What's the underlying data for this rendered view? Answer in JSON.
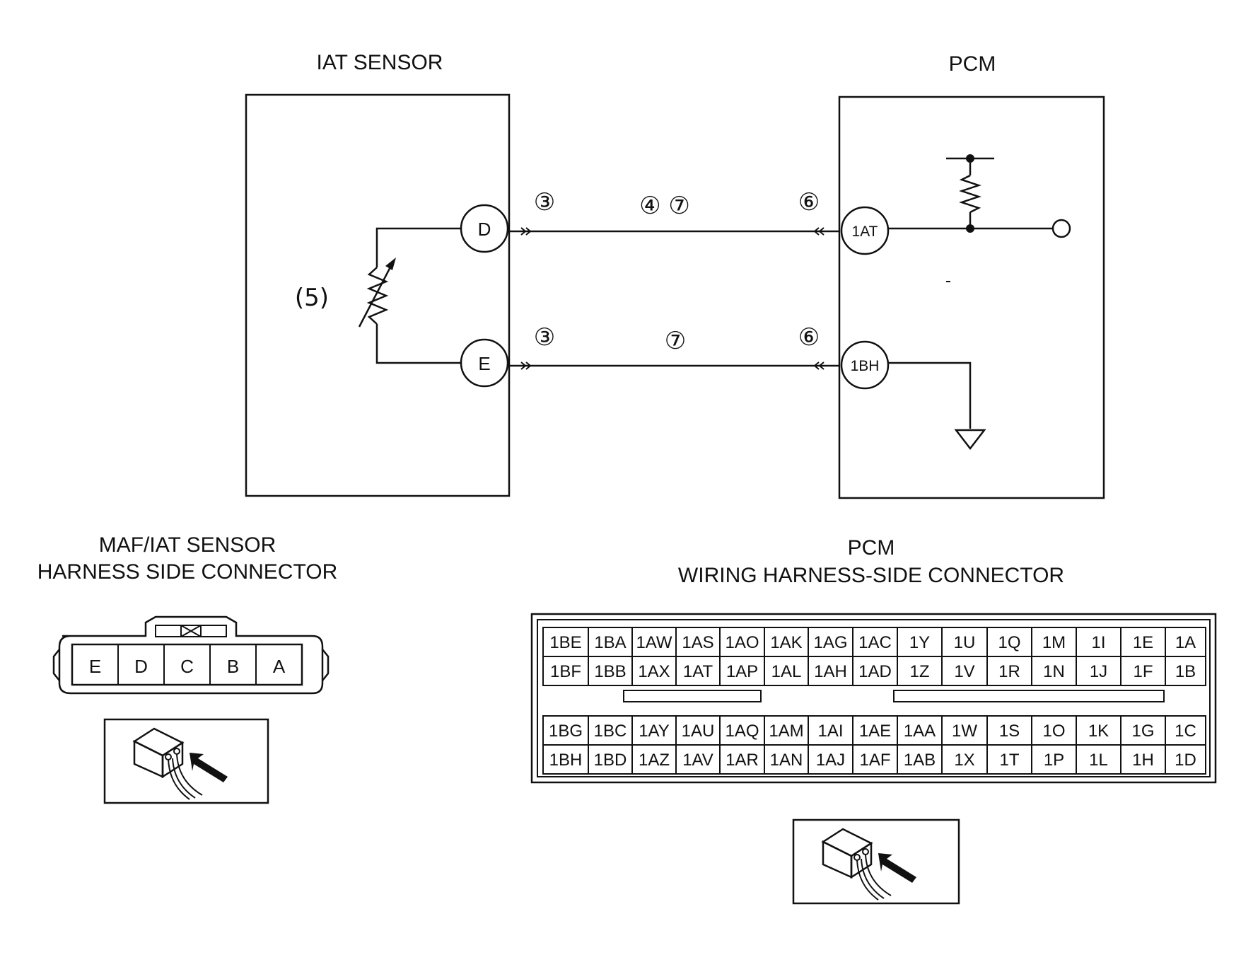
{
  "titles": {
    "iat_sensor": "IAT SENSOR",
    "pcm": "PCM",
    "maf_line1": "MAF/IAT SENSOR",
    "maf_line2": "HARNESS SIDE CONNECTOR",
    "pcm_conn_line1": "PCM",
    "pcm_conn_line2": "WIRING HARNESS-SIDE CONNECTOR"
  },
  "terminals": {
    "sensor_d": "D",
    "sensor_e": "E",
    "pcm_1at": "1AT",
    "pcm_1bh": "1BH"
  },
  "step_markers": {
    "d_left": "③",
    "d_middle": "④ ⑦",
    "d_right": "⑥",
    "thermistor": "(5)",
    "e_left": "③",
    "e_middle": "⑦",
    "e_right": "⑥"
  },
  "maf_connector": {
    "pins": [
      "E",
      "D",
      "C",
      "B",
      "A"
    ]
  },
  "pcm_connector": {
    "top_rows": [
      [
        "1BE",
        "1BA",
        "1AW",
        "1AS",
        "1AO",
        "1AK",
        "1AG",
        "1AC",
        "1Y",
        "1U",
        "1Q",
        "1M",
        "1I",
        "1E",
        "1A"
      ],
      [
        "1BF",
        "1BB",
        "1AX",
        "1AT",
        "1AP",
        "1AL",
        "1AH",
        "1AD",
        "1Z",
        "1V",
        "1R",
        "1N",
        "1J",
        "1F",
        "1B"
      ]
    ],
    "bottom_rows": [
      [
        "1BG",
        "1BC",
        "1AY",
        "1AU",
        "1AQ",
        "1AM",
        "1AI",
        "1AE",
        "1AA",
        "1W",
        "1S",
        "1O",
        "1K",
        "1G",
        "1C"
      ],
      [
        "1BH",
        "1BD",
        "1AZ",
        "1AV",
        "1AR",
        "1AN",
        "1AJ",
        "1AF",
        "1AB",
        "1X",
        "1T",
        "1P",
        "1L",
        "1H",
        "1D"
      ]
    ]
  }
}
